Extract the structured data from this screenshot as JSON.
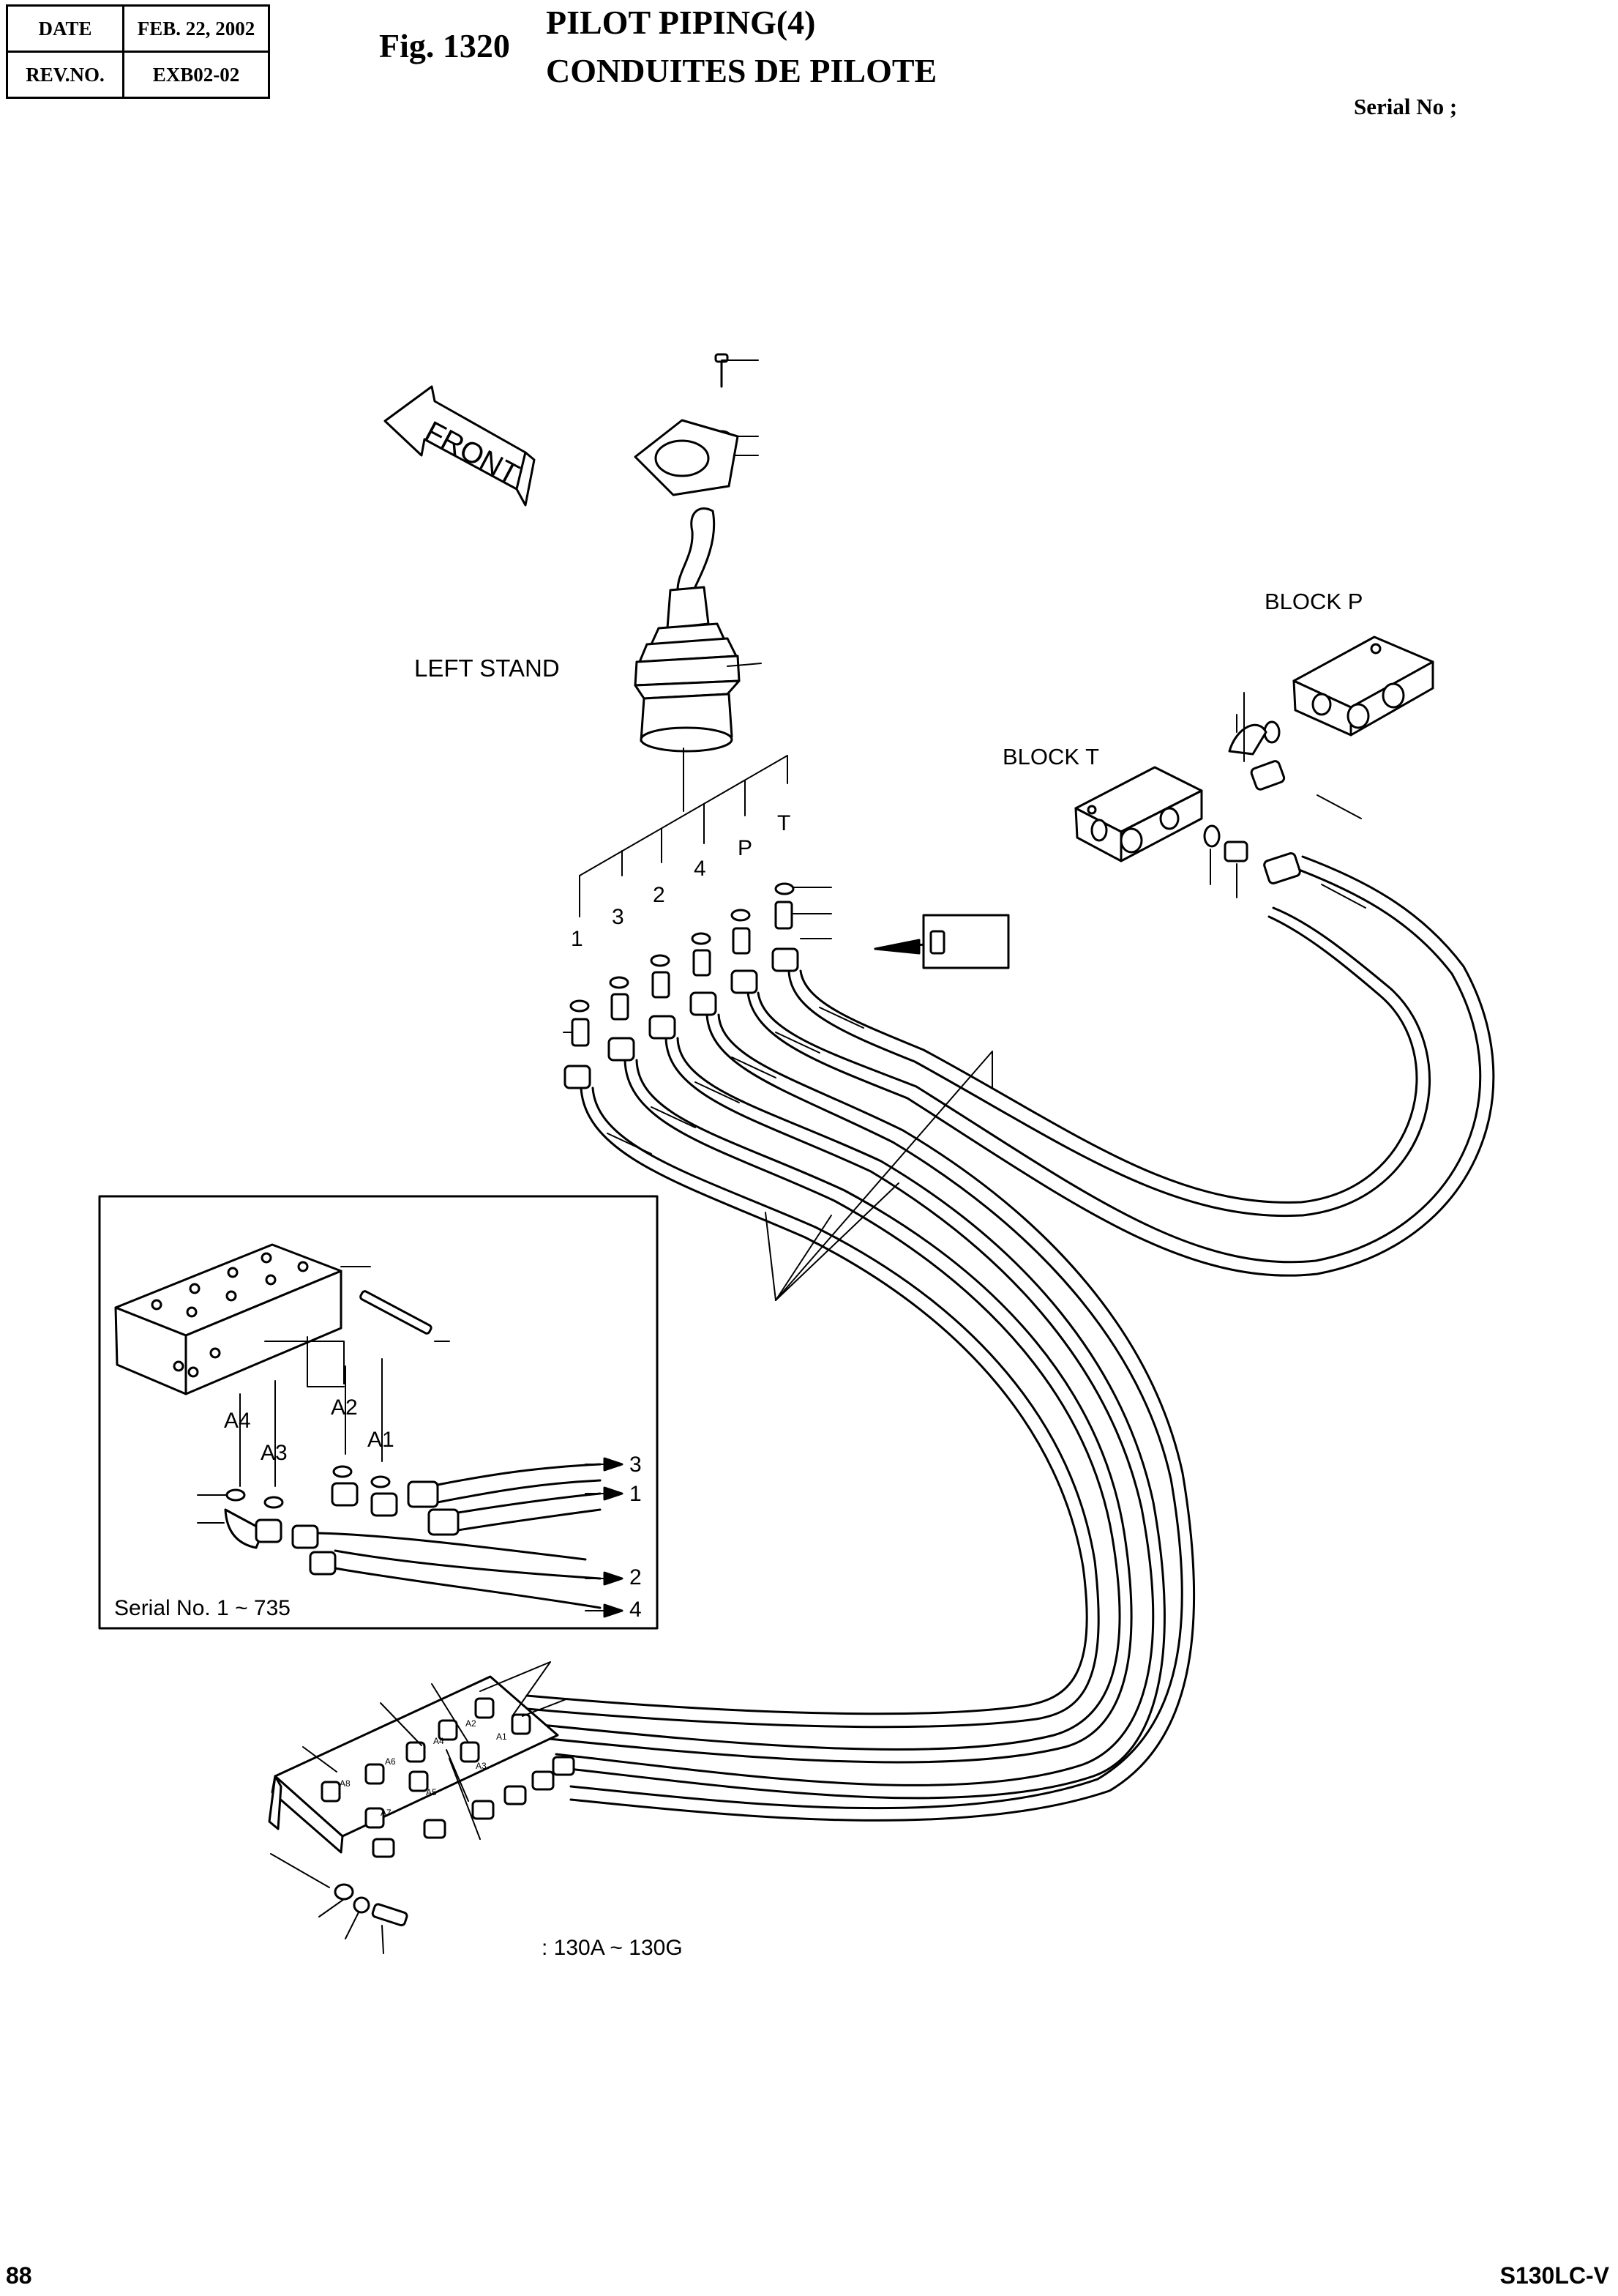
{
  "header": {
    "date_label": "DATE",
    "date_value": "FEB. 22, 2002",
    "rev_label": "REV.NO.",
    "rev_value": "EXB02-02",
    "fig_number": "Fig. 1320",
    "title_en": "PILOT PIPING(4)",
    "title_fr": "CONDUITES DE PILOTE",
    "serial_label": "Serial No ;"
  },
  "diagram": {
    "front_arrow": "FRONT",
    "left_stand": "LEFT STAND",
    "block_p": "BLOCK   P",
    "block_t": "BLOCK   T",
    "port_labels": [
      "1",
      "3",
      "2",
      "4",
      "P",
      "T"
    ],
    "inset": {
      "ports": [
        "A4",
        "A3",
        "A2",
        "A1"
      ],
      "hose_labels": [
        "3",
        "1",
        "2",
        "4"
      ],
      "serial_note": "Serial No. 1 ~ 735"
    },
    "manifold_ports": [
      "A1",
      "A2",
      "A3",
      "A4",
      "A5",
      "A6",
      "A7",
      "A8"
    ],
    "range_note": ": 130A ~ 130G"
  },
  "footer": {
    "page_number": "88",
    "model": "S130LC-V"
  }
}
